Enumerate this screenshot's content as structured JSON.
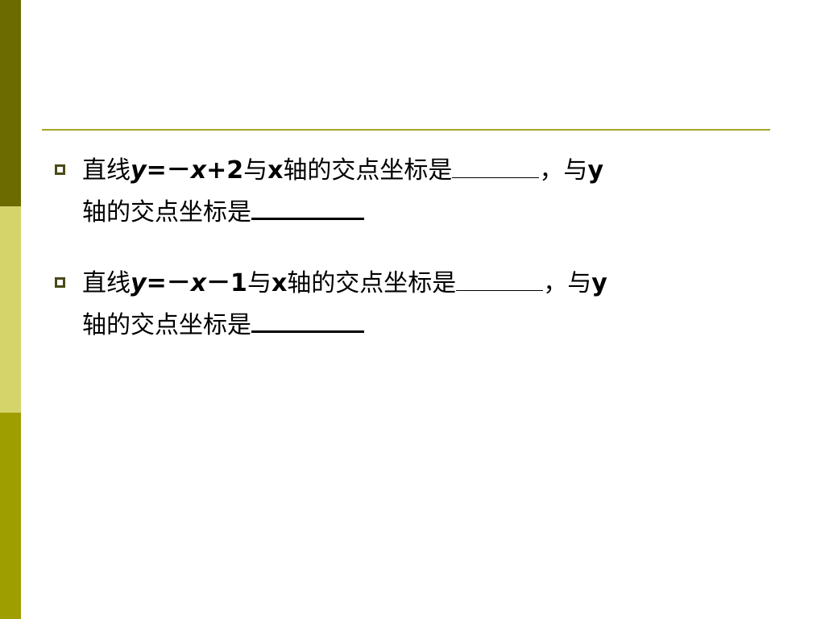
{
  "theme": {
    "sidebar_colors": [
      "#6b6b00",
      "#d4d46a",
      "#9e9e00"
    ],
    "rule_color": "#a6a62a"
  },
  "items": [
    {
      "prefix": "直线",
      "y": "y",
      "eq": "=－",
      "x": "x",
      "rest": "+2",
      "mid1": "与",
      "xaxis": "x",
      "mid2": "轴的交点坐标是",
      "sep": "，与",
      "yaxis": "y",
      "line2": "轴的交点坐标是"
    },
    {
      "prefix": "直线",
      "y": "y",
      "eq": "=－",
      "x": "x",
      "rest": "－1",
      "mid1": "与",
      "xaxis": "x",
      "mid2": "轴的交点坐标是",
      "sep": "，与",
      "yaxis": "y",
      "line2": "轴的交点坐标是"
    }
  ]
}
